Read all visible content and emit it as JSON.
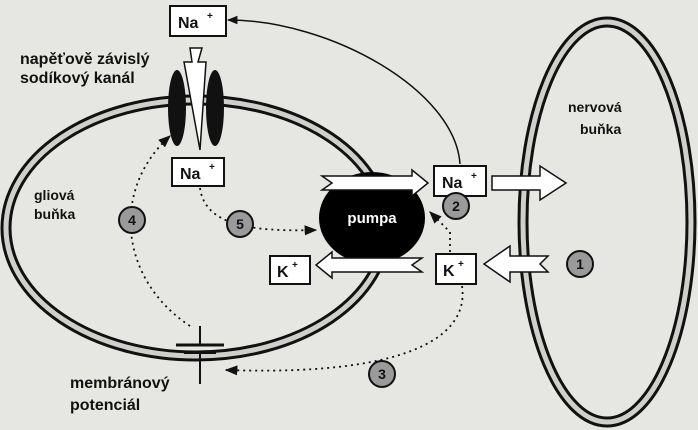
{
  "labels": {
    "channel_line1": "napěťově závislý",
    "channel_line2": "sodíkový kanál",
    "nerve_line1": "nervová",
    "nerve_line2": "buňka",
    "glia_line1": "gliová",
    "glia_line2": "buňka",
    "potential_line1": "membránový",
    "potential_line2": "potenciál",
    "pump": "pumpa"
  },
  "ions": {
    "na_top": {
      "symbol": "Na",
      "charge": "+"
    },
    "na_inside": {
      "symbol": "Na",
      "charge": "+"
    },
    "na_outside": {
      "symbol": "Na",
      "charge": "+"
    },
    "k_inside": {
      "symbol": "K",
      "charge": "+"
    },
    "k_outside": {
      "symbol": "K",
      "charge": "+"
    }
  },
  "steps": [
    "1",
    "2",
    "3",
    "4",
    "5"
  ],
  "colors": {
    "background": "#e6e6e3",
    "membrane_fill": "#cfcfcb",
    "ink": "#111111",
    "pump": "#000000"
  }
}
